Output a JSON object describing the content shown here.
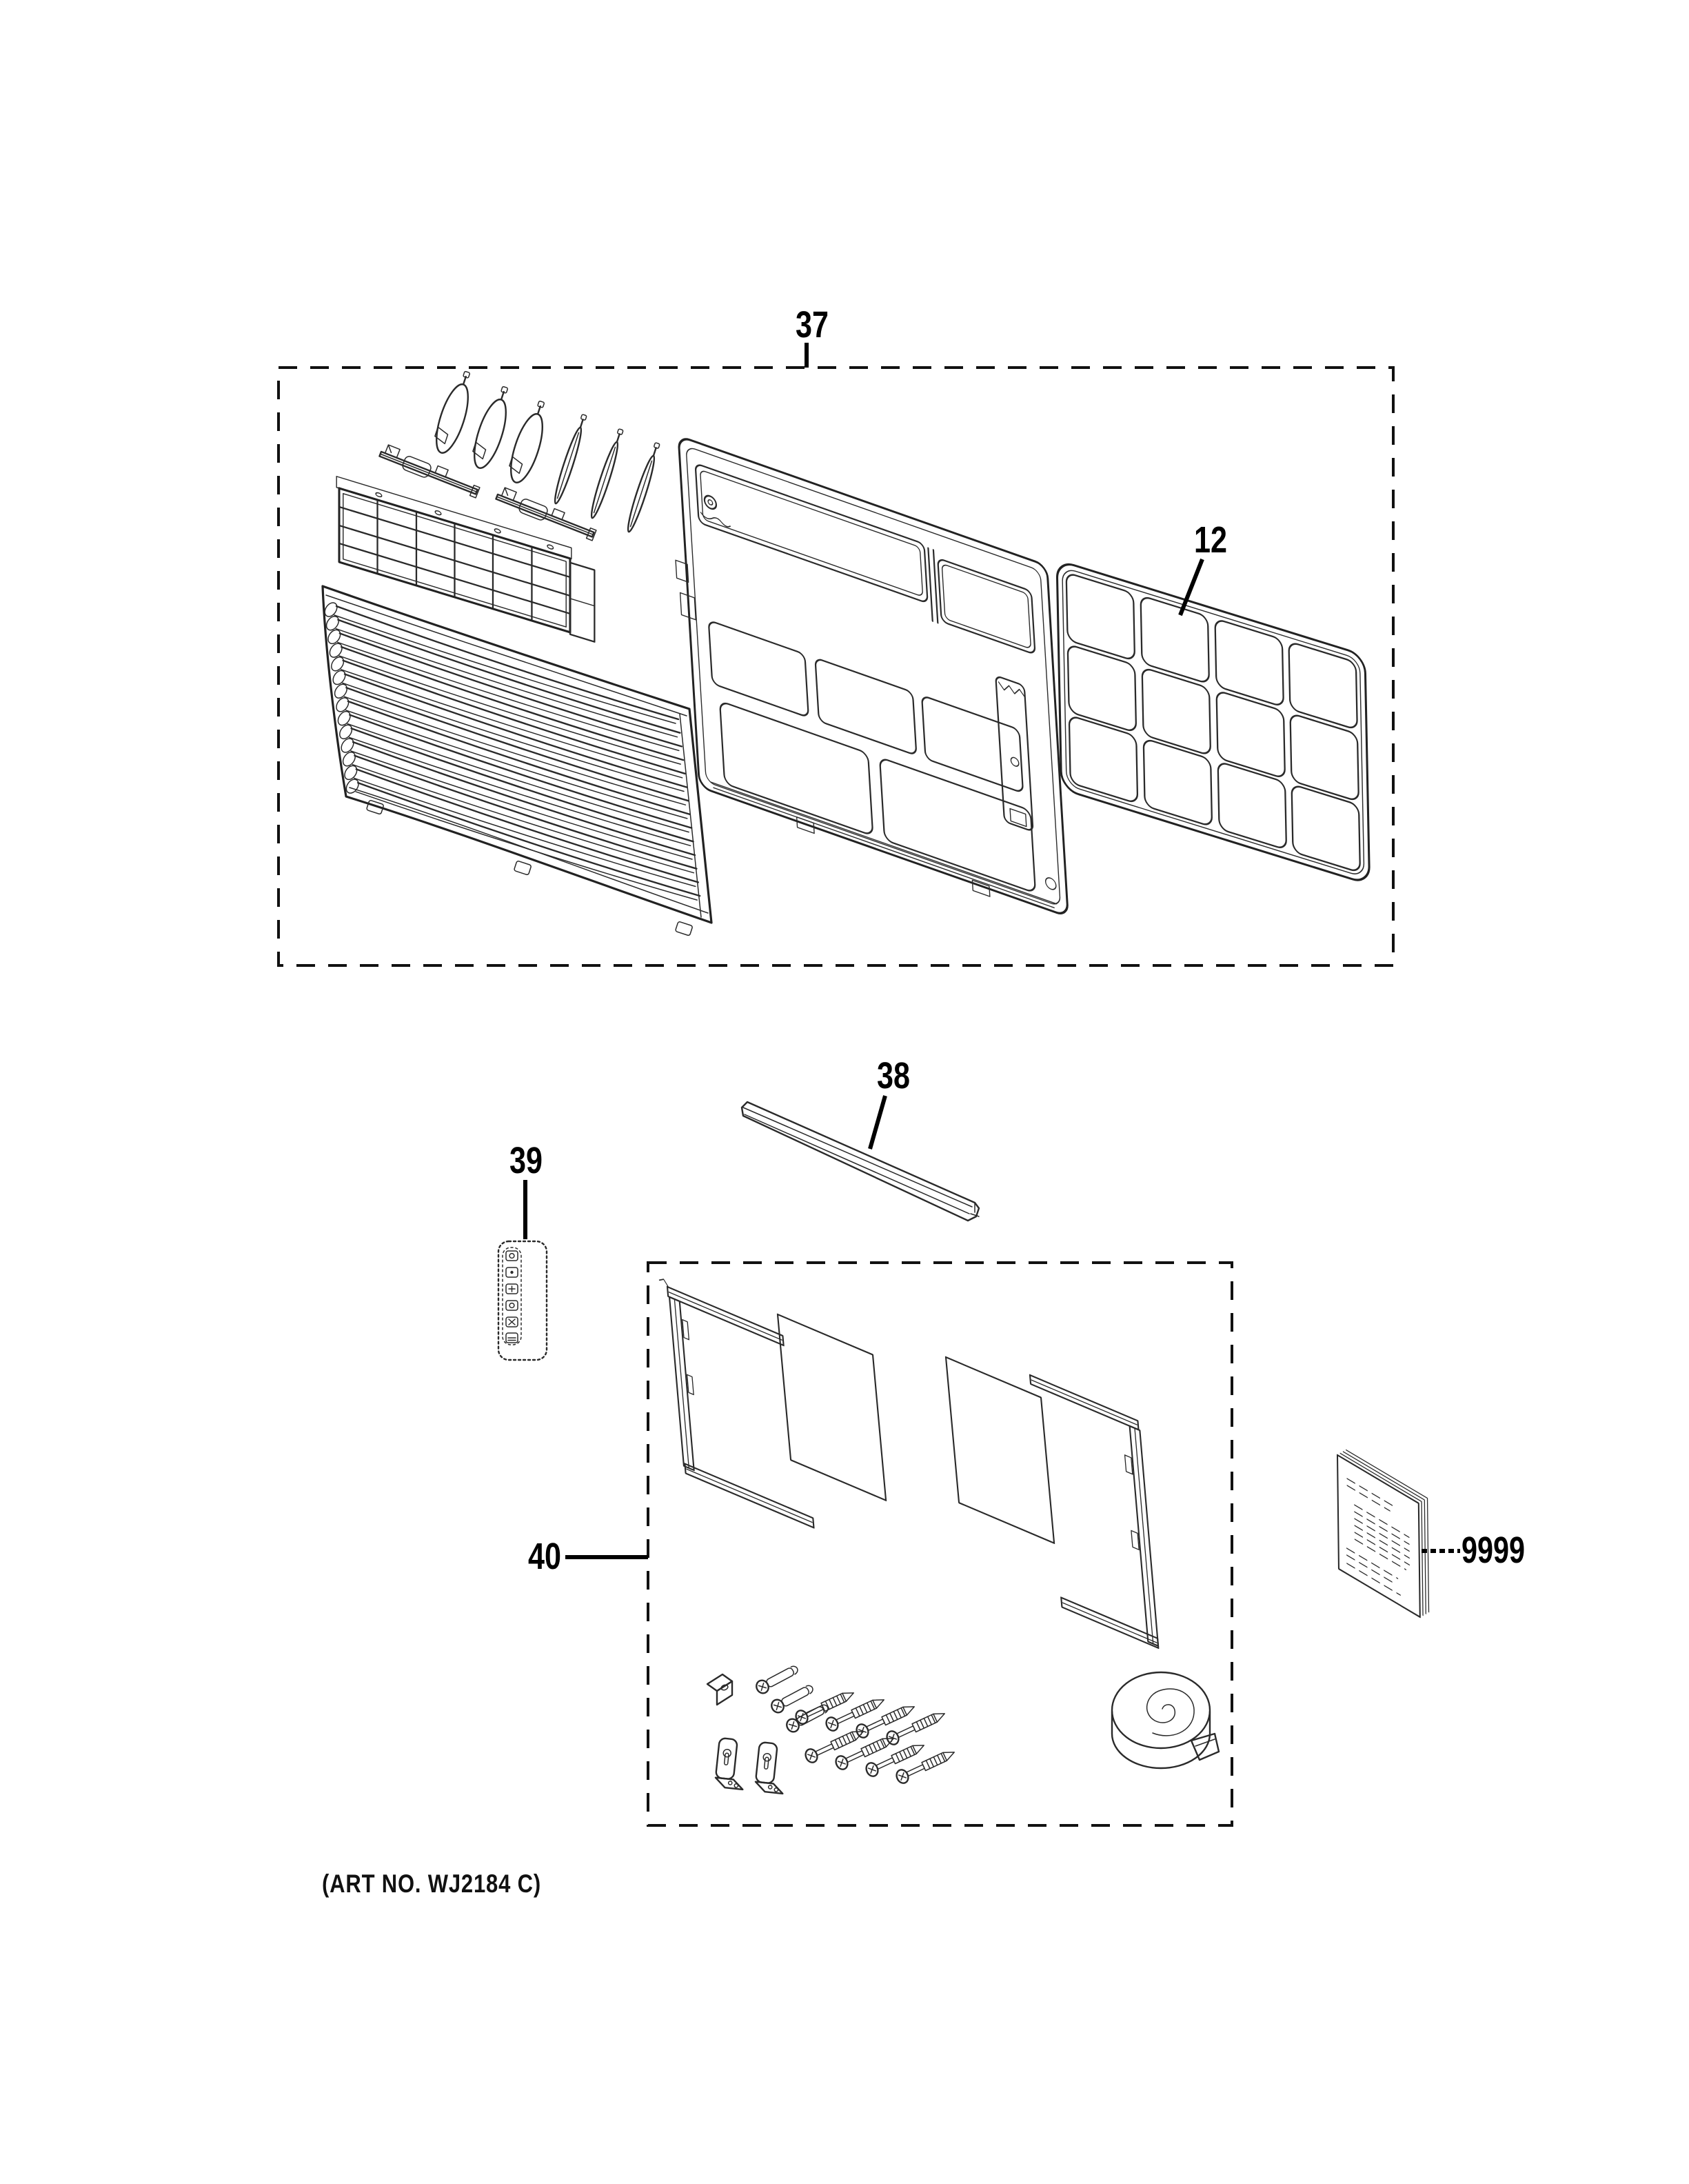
{
  "page": {
    "background": "#ffffff",
    "line_color": "#2a2a2a",
    "label_color": "#000000",
    "footer_note": "(ART NO. WJ2184 C)"
  },
  "callouts": {
    "front_assembly_box": "37",
    "air_filter": "12",
    "window_seal": "38",
    "remote_control": "39",
    "install_kit_box": "40",
    "owners_manual": "9999"
  }
}
